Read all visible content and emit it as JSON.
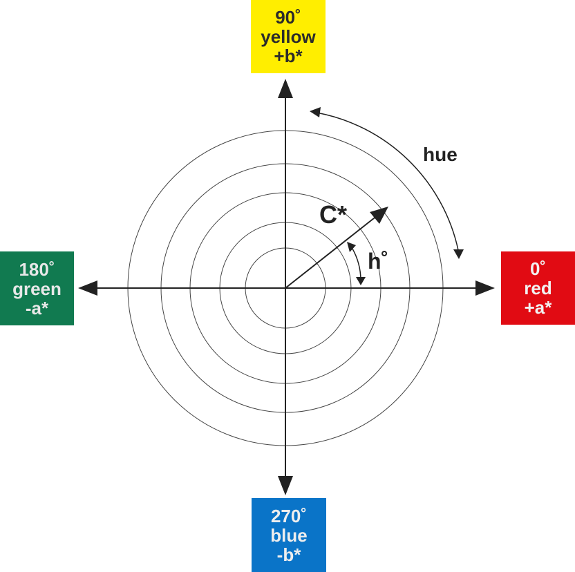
{
  "colors": {
    "yellow": "#ffee00",
    "green": "#117a50",
    "red": "#e10b13",
    "blue": "#0a74c8",
    "axis": "#222222",
    "ring": "#444444"
  },
  "boxes": {
    "yellow": {
      "angle": "90˚",
      "name": "yellow",
      "axis": "+b*"
    },
    "green": {
      "angle": "180˚",
      "name": "green",
      "axis": "-a*"
    },
    "red": {
      "angle": "0˚",
      "name": "red",
      "axis": "+a*"
    },
    "blue": {
      "angle": "270˚",
      "name": "blue",
      "axis": "-b*"
    }
  },
  "labels": {
    "hue": "hue",
    "chroma": "C*",
    "hue_angle": "h˚"
  },
  "ring_count": 5
}
